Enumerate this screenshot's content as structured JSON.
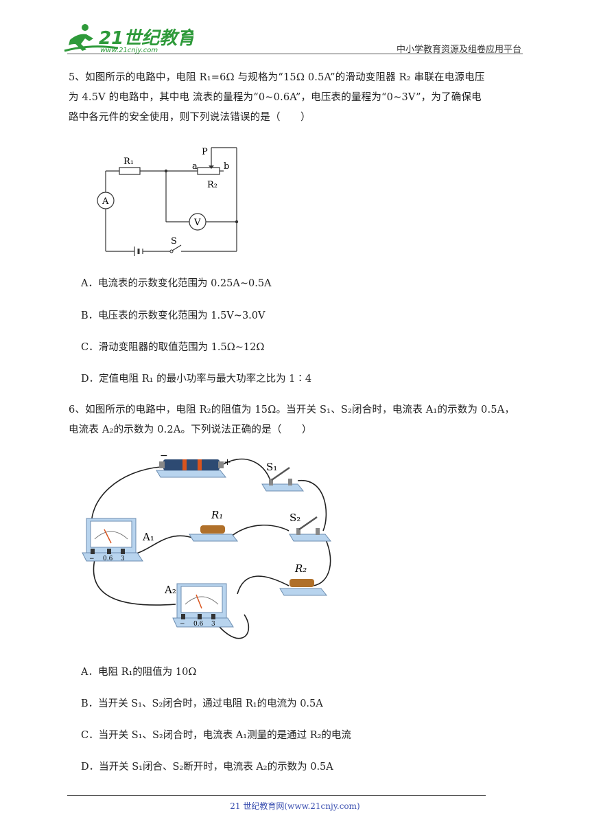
{
  "header": {
    "logo_text": "21世纪教育",
    "logo_url_text": "www.21cnjy.com",
    "platform": "中小学教育资源及组卷应用平台"
  },
  "q5": {
    "line1": "5、如图所示的电路中，电阻 R₁=6Ω 与规格为“15Ω 0.5A”的滑动变阻器 R₂ 串联在电源电压",
    "line2": "为 4.5V 的电路中，其中电 流表的量程为“0~0.6A”，电压表的量程为“0~3V”，为了确保电",
    "line3": "路中各元件的安全使用，则下列说法错误的是（　　）",
    "diagram": {
      "r1": "R₁",
      "r2": "R₂",
      "p": "P",
      "a": "a",
      "b": "b",
      "ammeter": "A",
      "voltmeter": "V",
      "switch": "S"
    },
    "options": [
      "A．电流表的示数变化范围为 0.25A~0.5A",
      "B．电压表的示数变化范围为 1.5V~3.0V",
      "C．滑动变阻器的取值范围为 1.5Ω~12Ω",
      "D．定值电阻 R₁ 的最小功率与最大功率之比为 1∶4"
    ]
  },
  "q6": {
    "line1": "6、如图所示的电路中，电阻 R₂的阻值为 15Ω。当开关 S₁、S₂闭合时，电流表 A₁的示数为 0.5A，",
    "line2": "电流表 A₂的示数为 0.2A。下列说法正确的是（　　）",
    "diagram": {
      "minus": "−",
      "plus": "+",
      "s1": "S₁",
      "s2": "S₂",
      "r1": "R₁",
      "r2": "R₂",
      "a1": "A₁",
      "a2": "A₂",
      "t_minus": "−",
      "t_06": "0.6",
      "t_3": "3"
    },
    "options": [
      "A．电阻 R₁的阻值为 10Ω",
      "B．当开关 S₁、S₂闭合时，通过电阻 R₁的电流为 0.5A",
      "C．当开关 S₁、S₂闭合时，电流表 A₁测量的是通过 R₂的电流",
      "D．当开关 S₁闭合、S₂断开时，电流表 A₂的示数为 0.5A"
    ]
  },
  "footer": {
    "text": "21 世纪教育网(www.21cnjy.com)"
  },
  "colors": {
    "logo_green": "#2e9a3a",
    "footer_blue": "#3a4fb0",
    "board_blue": "#b8d4ee"
  }
}
